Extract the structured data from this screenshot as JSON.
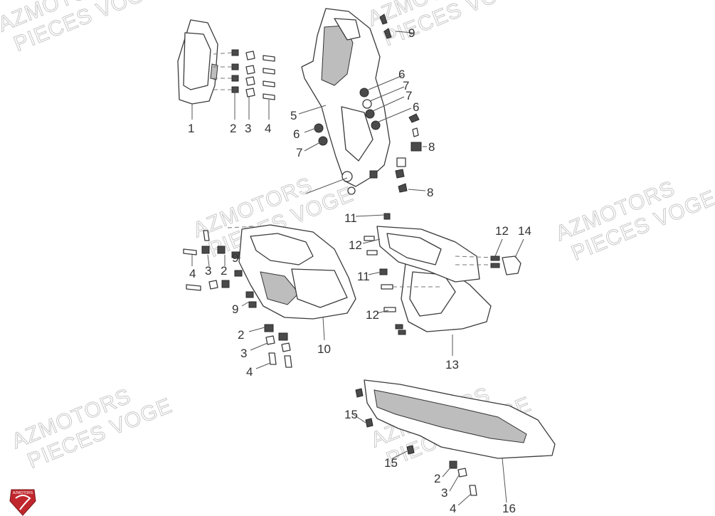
{
  "watermark": {
    "line1": "AZMOTORS",
    "line2": "PIECES VOGE"
  },
  "logo": {
    "name": "azmotors-shield-logo",
    "text": "AZMOTORS",
    "color": "#c0272d"
  },
  "callouts": [
    {
      "id": "c1",
      "text": "1"
    },
    {
      "id": "c2a",
      "text": "2"
    },
    {
      "id": "c3a",
      "text": "3"
    },
    {
      "id": "c4a",
      "text": "4"
    },
    {
      "id": "c5",
      "text": "5"
    },
    {
      "id": "c6a",
      "text": "6"
    },
    {
      "id": "c7a",
      "text": "7"
    },
    {
      "id": "c7b",
      "text": "7"
    },
    {
      "id": "c6b",
      "text": "6"
    },
    {
      "id": "c6c",
      "text": "6"
    },
    {
      "id": "c7c",
      "text": "7"
    },
    {
      "id": "c8a",
      "text": "8"
    },
    {
      "id": "c8b",
      "text": "8"
    },
    {
      "id": "c9a",
      "text": "9"
    },
    {
      "id": "c9b",
      "text": "9"
    },
    {
      "id": "c9c",
      "text": "9"
    },
    {
      "id": "c2b",
      "text": "2"
    },
    {
      "id": "c3b",
      "text": "3"
    },
    {
      "id": "c4b",
      "text": "4"
    },
    {
      "id": "c2c",
      "text": "2"
    },
    {
      "id": "c3c",
      "text": "3"
    },
    {
      "id": "c4c",
      "text": "4"
    },
    {
      "id": "c10",
      "text": "10"
    },
    {
      "id": "c11a",
      "text": "11"
    },
    {
      "id": "c11b",
      "text": "11"
    },
    {
      "id": "c12a",
      "text": "12"
    },
    {
      "id": "c12b",
      "text": "12"
    },
    {
      "id": "c12c",
      "text": "12"
    },
    {
      "id": "c13",
      "text": "13"
    },
    {
      "id": "c14",
      "text": "14"
    },
    {
      "id": "c15a",
      "text": "15"
    },
    {
      "id": "c15b",
      "text": "15"
    },
    {
      "id": "c2d",
      "text": "2"
    },
    {
      "id": "c3d",
      "text": "3"
    },
    {
      "id": "c4d",
      "text": "4"
    },
    {
      "id": "c16",
      "text": "16"
    }
  ]
}
